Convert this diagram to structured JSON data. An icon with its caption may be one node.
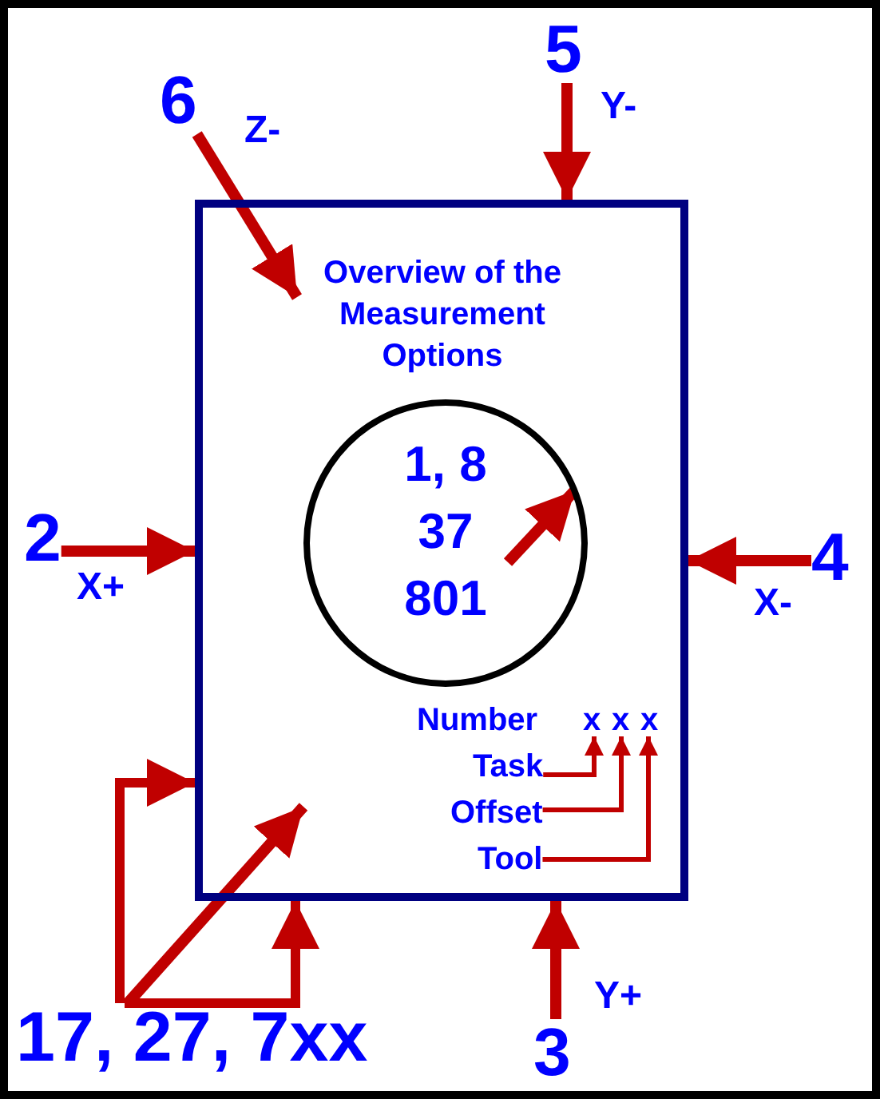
{
  "diagram": {
    "nodes": [
      {
        "text": [
          "Overview of the Measurement Options"
        ]
      },
      {
        "text": [
          "1, 8 37 801"
        ],
        "in": 0
      },
      {
        "text": [
          "6"
        ]
      },
      {
        "text": [
          "5"
        ]
      },
      {
        "text": [
          "2"
        ]
      },
      {
        "text": [
          "4"
        ]
      },
      {
        "text": [
          "3"
        ]
      },
      {
        "text": [
          "17, 27, 7xx"
        ]
      },
      {
        "text": [
          "x"
        ],
        "in": 0
      },
      {
        "text": [
          "x"
        ],
        "in": 0
      },
      {
        "text": [
          "x"
        ],
        "in": 0
      },
      {
        "text": [
          "Task"
        ],
        "in": 0
      },
      {
        "text": [
          "Offset"
        ],
        "in": 0
      },
      {
        "text": [
          "Tool"
        ],
        "in": 0
      }
    ],
    "edges": [
      {
        "from": 2,
        "to": 0,
        "arrow": "to"
      },
      {
        "from": 3,
        "to": 0,
        "arrow": "to"
      },
      {
        "from": 4,
        "to": 0,
        "arrow": "to"
      },
      {
        "from": 5,
        "to": 0,
        "arrow": "to"
      },
      {
        "from": 6,
        "to": 0,
        "arrow": "to"
      },
      {
        "from": 7,
        "to": 0,
        "arrow": "to"
      },
      {
        "from": 7,
        "to": 0,
        "arrow": "to"
      },
      {
        "from": 7,
        "to": 0,
        "arrow": "to"
      },
      {
        "from": null,
        "to": 1,
        "arrow": "to"
      },
      {
        "from": 11,
        "to": 8,
        "arrow": "to"
      },
      {
        "from": 12,
        "to": 9,
        "arrow": "to"
      },
      {
        "from": 13,
        "to": 10,
        "arrow": "to"
      }
    ],
    "labels": [
      "Z-",
      "Y-",
      "X+",
      "X-",
      "Y+",
      "Number"
    ]
  }
}
